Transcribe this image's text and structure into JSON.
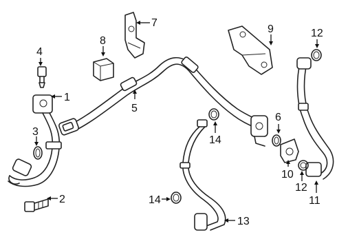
{
  "callouts": [
    {
      "id": "c1",
      "text": "1"
    },
    {
      "id": "c2",
      "text": "2"
    },
    {
      "id": "c3",
      "text": "3"
    },
    {
      "id": "c4",
      "text": "4"
    },
    {
      "id": "c5",
      "text": "5"
    },
    {
      "id": "c6",
      "text": "6"
    },
    {
      "id": "c7",
      "text": "7"
    },
    {
      "id": "c8",
      "text": "8"
    },
    {
      "id": "c9",
      "text": "9"
    },
    {
      "id": "c10",
      "text": "10"
    },
    {
      "id": "c11",
      "text": "11"
    },
    {
      "id": "c12a",
      "text": "12"
    },
    {
      "id": "c12b",
      "text": "12"
    },
    {
      "id": "c13",
      "text": "13"
    },
    {
      "id": "c14a",
      "text": "14"
    },
    {
      "id": "c14b",
      "text": "14"
    }
  ],
  "colors": {
    "line": "#222222",
    "background": "#ffffff"
  }
}
